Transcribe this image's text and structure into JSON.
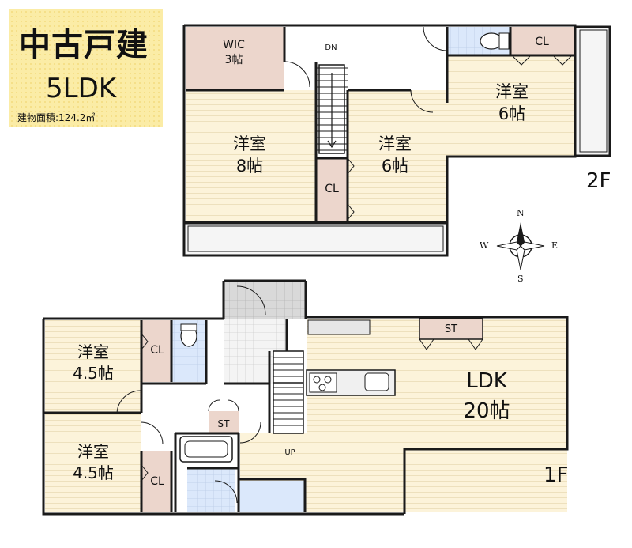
{
  "title": {
    "kind": "中古戸建",
    "layout": "5LDK",
    "area": "建物面積:124.2㎡"
  },
  "floors": {
    "upper": "2F",
    "lower": "1F"
  },
  "compass": {
    "n": "N",
    "e": "E",
    "s": "S",
    "w": "W"
  },
  "rooms_2f": {
    "wic_name": "WIC",
    "wic_size": "3帖",
    "dn": "DN",
    "cl_ne": "CL",
    "room_ne_name": "洋室",
    "room_ne_size": "6帖",
    "room_w_name": "洋室",
    "room_w_size": "8帖",
    "room_c_name": "洋室",
    "room_c_size": "6帖",
    "cl_c": "CL"
  },
  "rooms_1f": {
    "room_nw_name": "洋室",
    "room_nw_size": "4.5帖",
    "cl_nw": "CL",
    "room_sw_name": "洋室",
    "room_sw_size": "4.5帖",
    "cl_sw": "CL",
    "st_hall": "ST",
    "up": "UP",
    "st_ldk": "ST",
    "ldk_name": "LDK",
    "ldk_size": "20帖"
  },
  "colors": {
    "title_bg": "#fbeca6",
    "room": "#fcf3da",
    "closet": "#ecd6cc",
    "wet": "#d8e6fb",
    "balcony": "#f5f5f5",
    "wall": "#1a1a1a"
  }
}
